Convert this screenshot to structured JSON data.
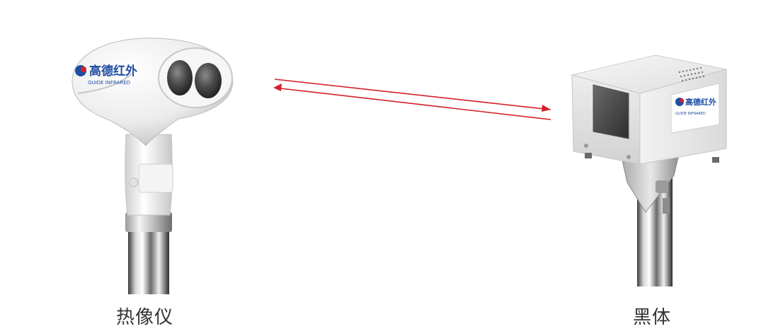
{
  "devices": {
    "thermal_camera": {
      "caption": "热像仪",
      "brand_text": "高德红外",
      "brand_sub": "GUIDE INFRARED"
    },
    "blackbody": {
      "caption": "黑体",
      "brand_text": "高德红外",
      "brand_sub": "GUIDE INFRARED"
    }
  },
  "colors": {
    "arrow": "#d4202a",
    "logo_blue": "#1f4ea3",
    "logo_red": "#d4202a"
  },
  "icons": [
    "thermal-camera-icon",
    "blackbody-icon",
    "bidirectional-arrow-icon"
  ]
}
